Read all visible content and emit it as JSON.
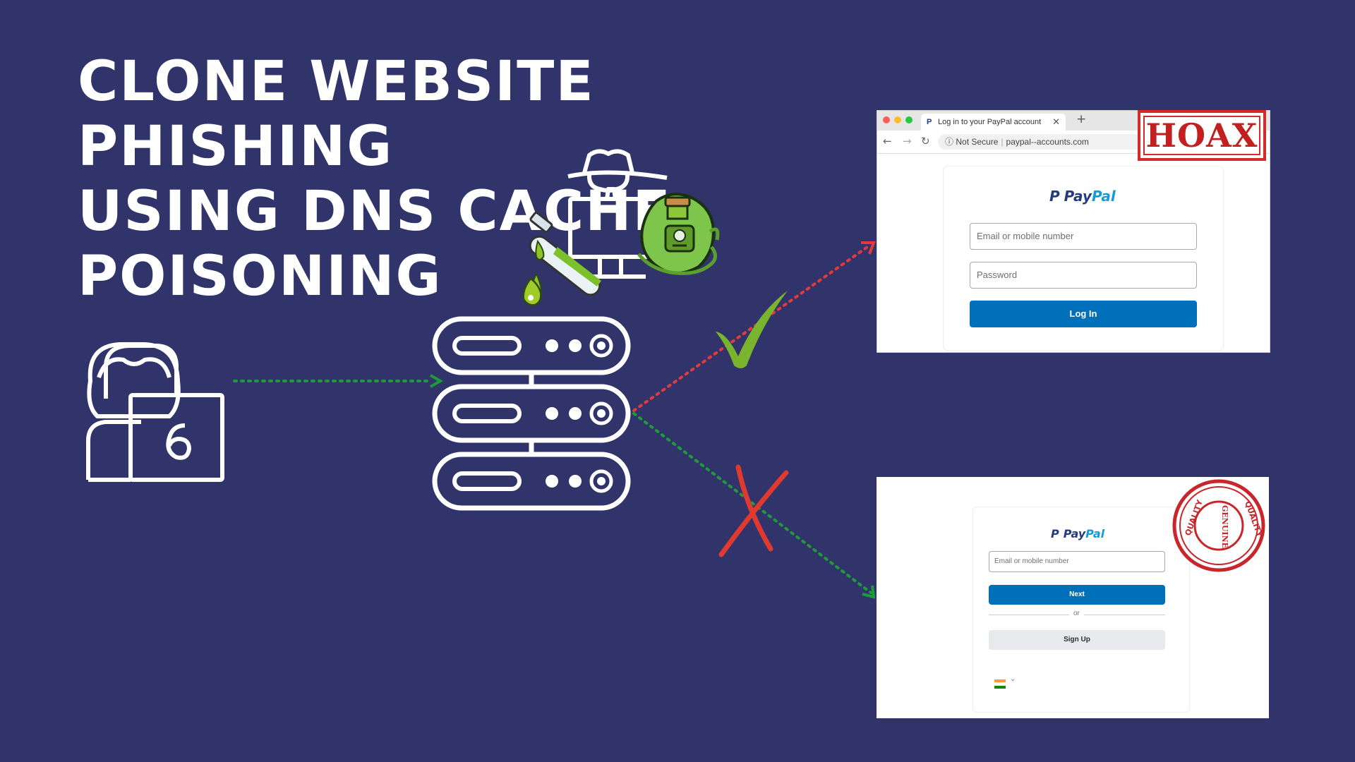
{
  "title": {
    "line1": "CLONE WEBSITE PHISHING",
    "line2": "USING DNS CACHE",
    "line3": "POISONING"
  },
  "colors": {
    "background": "#31346a",
    "arrow_attack": "#e23a3a",
    "arrow_legit": "#1e9a3a",
    "check": "#7ab32e",
    "cross": "#e03a30",
    "paypal_blue": "#0070ba"
  },
  "icons": [
    "user-laptop-icon",
    "dns-server-icon",
    "hacker-icon",
    "poison-potion-icon",
    "test-tube-icon",
    "checkmark-icon",
    "cross-mark-icon"
  ],
  "fake_site": {
    "tab_title": "Log in to your PayPal account",
    "url_security": "Not Secure",
    "url": "paypal--accounts.com",
    "logo_part1": "Pay",
    "logo_part2": "Pal",
    "email_placeholder": "Email or mobile number",
    "password_placeholder": "Password",
    "login_button": "Log In",
    "stamp": "HOAX"
  },
  "genuine_site": {
    "logo_part1": "Pay",
    "logo_part2": "Pal",
    "email_placeholder": "Email or mobile number",
    "next_button": "Next",
    "or_label": "or",
    "signup_button": "Sign Up",
    "stamp_center": "GENUINE",
    "stamp_ring": "QUALITY"
  }
}
